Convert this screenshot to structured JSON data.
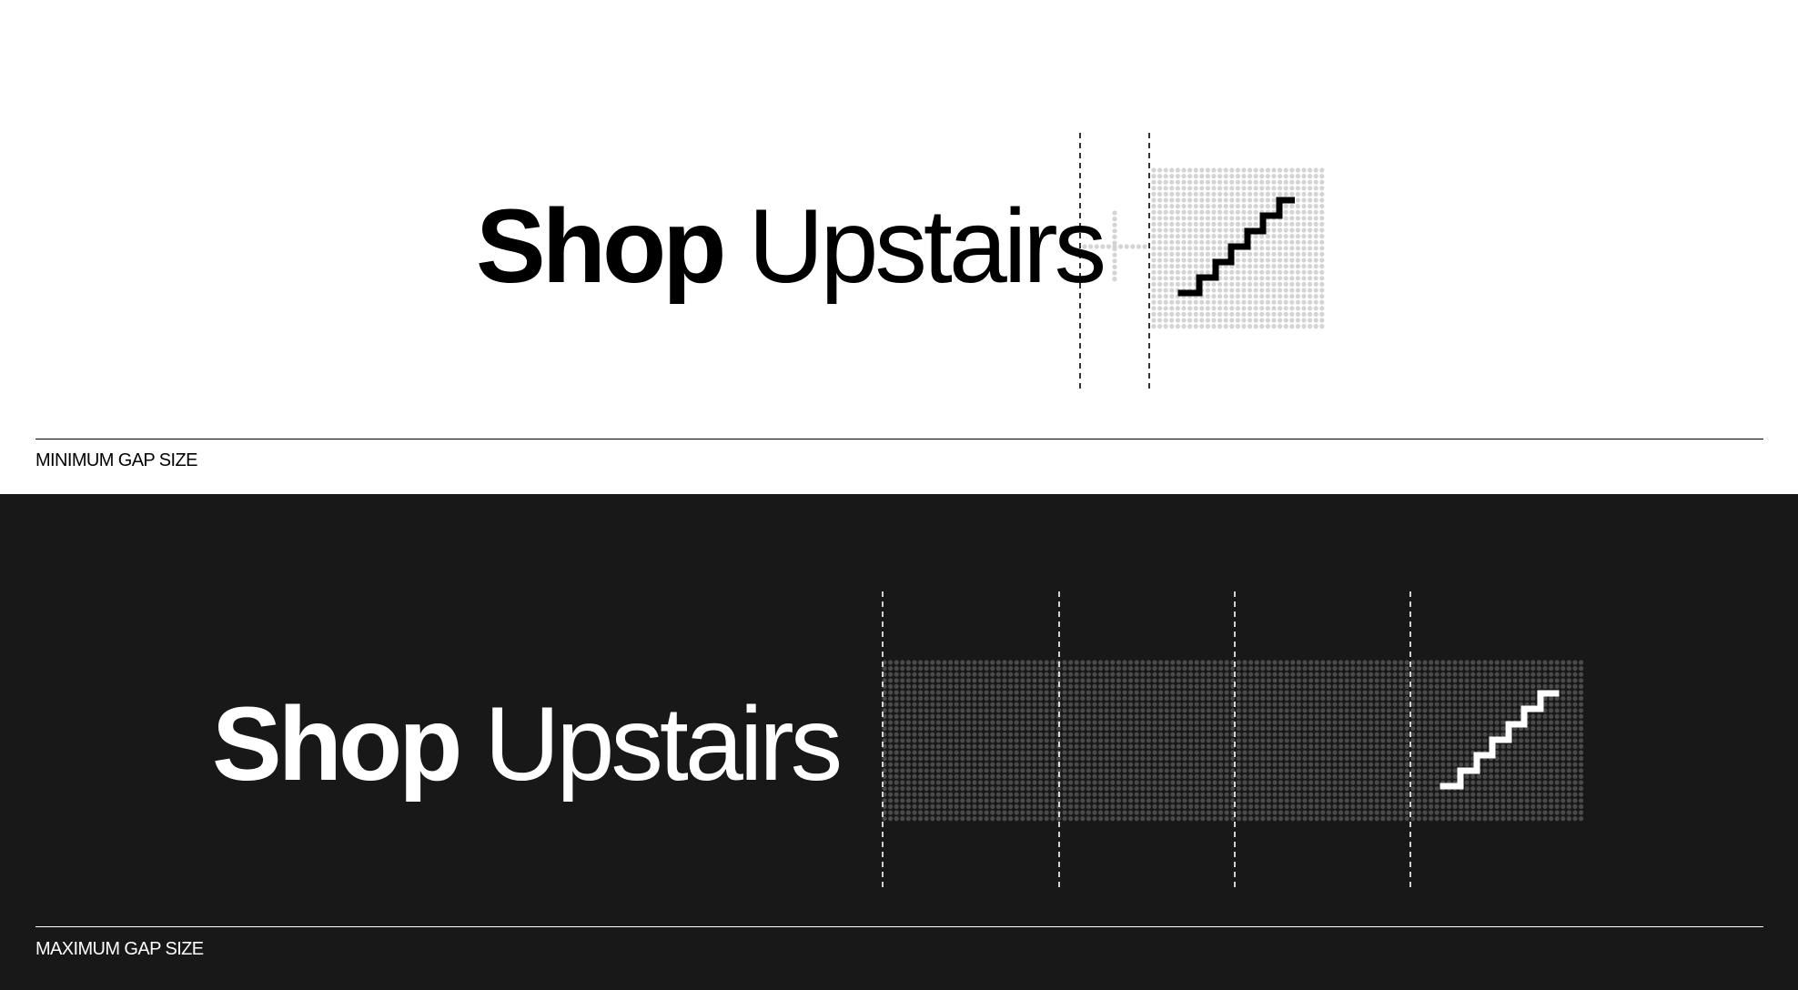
{
  "panels": {
    "minimum": {
      "word_bold": "Shop",
      "word_regular": "Upstairs",
      "caption": "MINIMUM GAP SIZE",
      "background": "#ffffff",
      "foreground": "#000000",
      "dot_color": "#d4d4d4",
      "guide_color": "#000000"
    },
    "maximum": {
      "word_bold": "Shop",
      "word_regular": "Upstairs",
      "caption": "MAXIMUM GAP SIZE",
      "background": "#181818",
      "foreground": "#ffffff",
      "dot_color": "#4a4a4a",
      "guide_color": "#ffffff"
    }
  },
  "icon": {
    "name": "staircase-icon"
  }
}
